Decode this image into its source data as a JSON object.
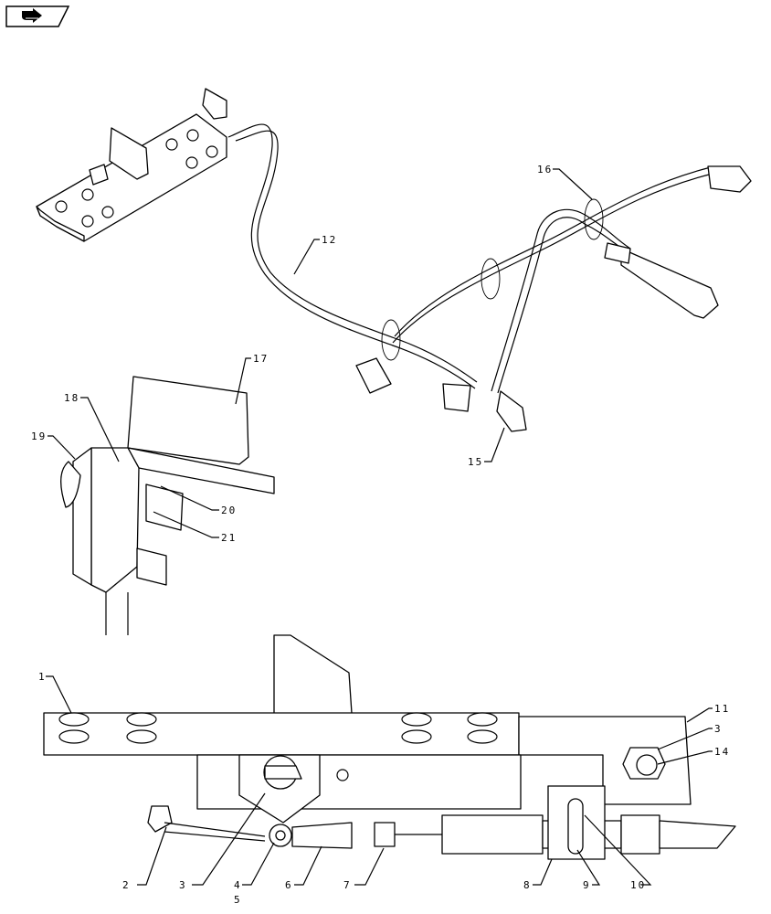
{
  "toolbar": {
    "nav_icon": "page-forward-icon"
  },
  "callouts": {
    "c1": "1",
    "c2": "2",
    "c3a": "3",
    "c3b": "3",
    "c4": "4",
    "c5": "5",
    "c6": "6",
    "c7": "7",
    "c8": "8",
    "c9": "9",
    "c10": "10",
    "c11": "11",
    "c12": "12",
    "c14": "14",
    "c15": "15",
    "c16": "16",
    "c17": "17",
    "c18": "18",
    "c19": "19",
    "c20": "20",
    "c21": "21"
  }
}
